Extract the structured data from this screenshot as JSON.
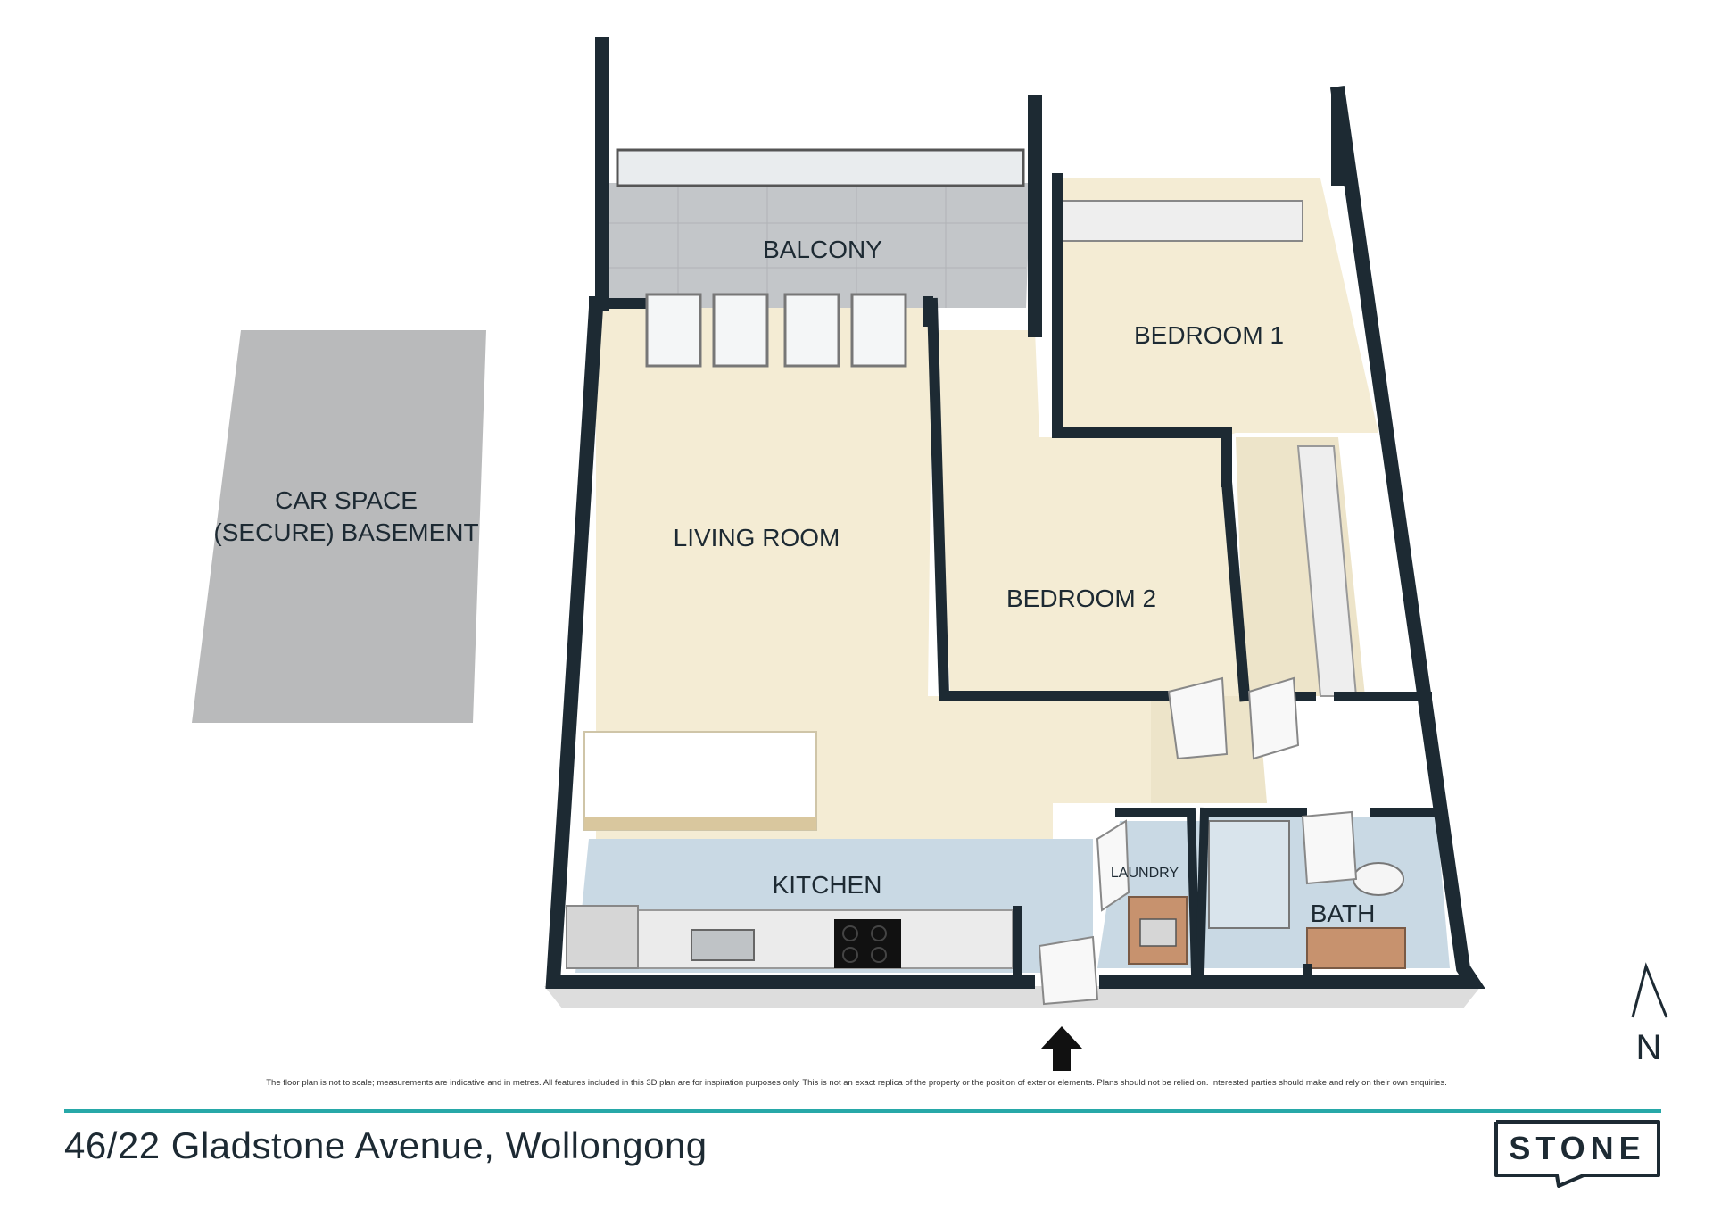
{
  "rooms": {
    "balcony": "BALCONY",
    "bedroom1": "BEDROOM 1",
    "living_room": "LIVING ROOM",
    "bedroom2": "BEDROOM 2",
    "kitchen": "KITCHEN",
    "laundry": "LAUNDRY",
    "bath": "BATH",
    "car_space_line1": "CAR SPACE",
    "car_space_line2": "(SECURE) BASEMENT"
  },
  "compass": {
    "label": "N"
  },
  "disclaimer": "The floor plan is not to scale; measurements are indicative and in metres. All features included in this 3D plan are for inspiration purposes only. This is not an exact replica of the property or the position of exterior elements. Plans should not be relied on. Interested parties should make and rely on their own enquiries.",
  "footer": {
    "address": "46/22 Gladstone Avenue, Wollongong",
    "brand": "STONE"
  },
  "colors": {
    "wall": "#1d2a33",
    "floor": "#f4ecd4",
    "tile": "#c9d9e4",
    "balcony": "#c3c6c9",
    "car_space": "#b9babb",
    "accent": "#27a8a8"
  }
}
